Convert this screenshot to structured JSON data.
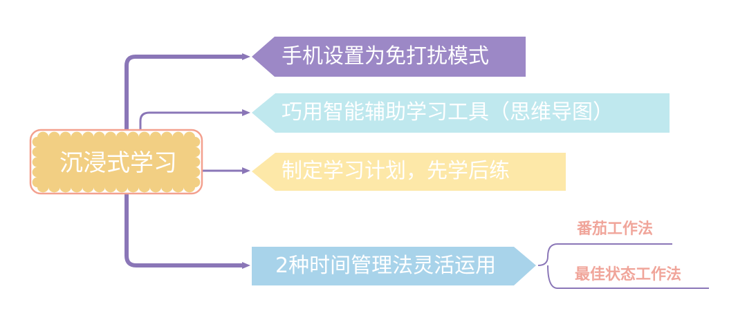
{
  "root": {
    "label": "沉浸式学习",
    "fill": "#f2cf83",
    "border": "#f3a08e"
  },
  "branches": [
    {
      "label": "手机设置为免打扰模式",
      "color": "#9c88c6"
    },
    {
      "label": "巧用智能辅助学习工具（思维导图）",
      "color": "#bfe8ee"
    },
    {
      "label": "制定学习计划，先学后练",
      "color": "#fde8a8"
    },
    {
      "label": "2种时间管理法灵活运用",
      "color": "#a8d3ea",
      "children": [
        {
          "label": "番茄工作法"
        },
        {
          "label": "最佳状态工作法"
        }
      ]
    }
  ],
  "connector_color": "#8a76b7",
  "sub_text_color": "#f0a59a"
}
